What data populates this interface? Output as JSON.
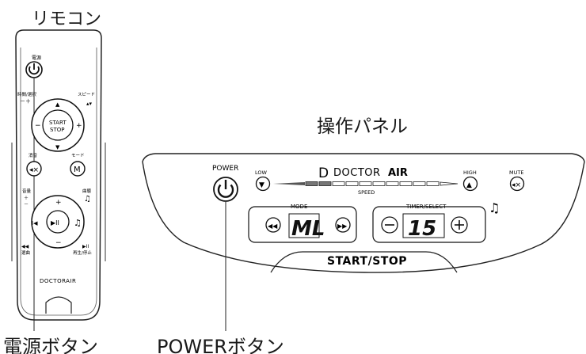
{
  "remote": {
    "title": "リモコン",
    "power_label": "電源",
    "time_select_label": "時間/選択",
    "time_select_minus_plus": "－＋",
    "speed_label": "スピード",
    "start": "START",
    "stop": "STOP",
    "mute_label": "消音",
    "mode_label": "モード",
    "mode_letter": "M",
    "volume_label": "音量",
    "volume_plus": "＋",
    "volume_minus": "－",
    "music_label": "曲聴",
    "prev_label": "選曲",
    "playpause_label": "再生/停止",
    "brand": "DOCTORAIR"
  },
  "panel": {
    "title": "操作パネル",
    "power_label": "POWER",
    "low_label": "LOW",
    "high_label": "HIGH",
    "mute_label": "MUTE",
    "speed_label": "SPEED",
    "brand_doctor": "DOCTOR",
    "brand_air": "AIR",
    "mode_label": "MODE",
    "mode_display": "ML",
    "timer_label": "TIMER/SELECT",
    "timer_display": "15",
    "start_stop": "START/STOP"
  },
  "callouts": {
    "remote_power": "電源ボタン",
    "panel_power": "POWERボタン"
  }
}
